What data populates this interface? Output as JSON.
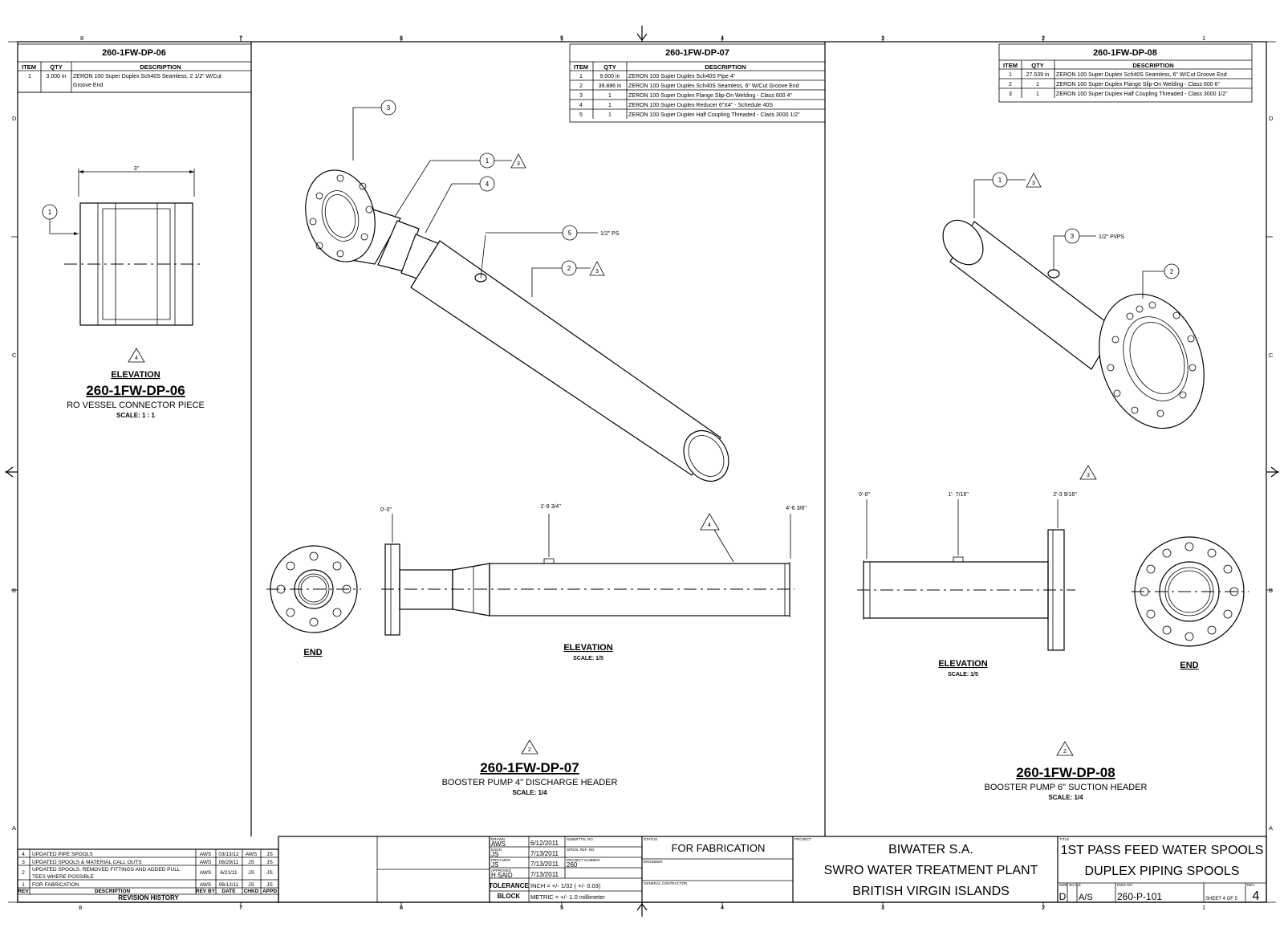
{
  "border": {
    "col_labels": [
      "8",
      "7",
      "6",
      "5",
      "4",
      "3",
      "2",
      "1"
    ],
    "row_labels": [
      "D",
      "C",
      "B",
      "A"
    ]
  },
  "panel_06": {
    "table_title": "260-1FW-DP-06",
    "headers": [
      "ITEM",
      "QTY",
      "DESCRIPTION"
    ],
    "rows": [
      {
        "item": "1",
        "qty": "3.000 in",
        "desc": "ZERON 100 Super Duplex Sch40S Seamless, 2 1/2\" W/Cut",
        "desc2": "Groove End"
      }
    ],
    "dim_label": "3\"",
    "balloon": "1",
    "rev_triangle": "4",
    "view_label": "ELEVATION",
    "title": "260-1FW-DP-06",
    "subtitle": "RO VESSEL CONNECTOR PIECE",
    "scale": "SCALE: 1 : 1"
  },
  "panel_07": {
    "table_title": "260-1FW-DP-07",
    "headers": [
      "ITEM",
      "QTY",
      "DESCRIPTION"
    ],
    "rows": [
      {
        "item": "1",
        "qty": "9.000 in",
        "desc": "ZERON 100 Super Duplex Sch40S Pipe 4\""
      },
      {
        "item": "2",
        "qty": "39.886 in",
        "desc": "ZERON 100 Super Duplex Sch40S Seamless, 6\" W/Cut Groove End"
      },
      {
        "item": "3",
        "qty": "1",
        "desc": "ZERON 100 Super Duplex Flange Slip-On Welding - Class 600 4\""
      },
      {
        "item": "4",
        "qty": "1",
        "desc": "ZERON 100 Super Duplex Reducer 6\"X4\" - Schedule 40S"
      },
      {
        "item": "5",
        "qty": "1",
        "desc": "ZERON 100 Super Duplex Half Coupling Threaded - Class 3000 1/2\""
      }
    ],
    "balloons": [
      "3",
      "1",
      "4",
      "5",
      "2"
    ],
    "triangles": [
      "3",
      "3",
      "4",
      "2"
    ],
    "callout_ps": "1/2\" PS",
    "dims": [
      "0'-0\"",
      "1'-9 3/4\"",
      "4'-6 3/8\""
    ],
    "end_label": "END",
    "view_label": "ELEVATION",
    "view_scale": "SCALE: 1/5",
    "title": "260-1FW-DP-07",
    "subtitle": "BOOSTER PUMP 4\" DISCHARGE HEADER",
    "scale": "SCALE: 1/4"
  },
  "panel_08": {
    "table_title": "260-1FW-DP-08",
    "headers": [
      "ITEM",
      "QTY",
      "DESCRIPTION"
    ],
    "rows": [
      {
        "item": "1",
        "qty": "27.539 in",
        "desc": "ZERON 100 Super Duplex Sch40S Seamless, 6\" W/Cut Groove End"
      },
      {
        "item": "2",
        "qty": "1",
        "desc": "ZERON 100 Super Duplex Flange Slip-On Welding - Class 600 6\""
      },
      {
        "item": "3",
        "qty": "1",
        "desc": "ZERON 100 Super Duplex Half Coupling Threaded - Class 3000 1/2\""
      }
    ],
    "balloons": [
      "1",
      "3",
      "2"
    ],
    "triangles": [
      "3",
      "3",
      "2"
    ],
    "callout_pips": "1/2\" PI/PS",
    "dims": [
      "0'-0\"",
      "1'- 7/16\"",
      "2'-3 9/16\""
    ],
    "end_label": "END",
    "view_label": "ELEVATION",
    "view_scale": "SCALE: 1/5",
    "title": "260-1FW-DP-08",
    "subtitle": "BOOSTER PUMP 6\" SUCTION HEADER",
    "scale": "SCALE: 1/4"
  },
  "revision_history": {
    "rows": [
      {
        "rev": "4",
        "desc": "UPDATED PIPE SPOOLS",
        "by": "AWS",
        "date": "03/13/12",
        "chkd": "AWS",
        "appd": "JS"
      },
      {
        "rev": "3",
        "desc": "UPDATED SPOOLS & MATERIAL CALL OUTS",
        "by": "AWS",
        "date": "08/29/11",
        "chkd": "JS",
        "appd": "JS"
      },
      {
        "rev": "2",
        "desc": "UPDATED SPOOLS, REMOVED FITTINGS AND ADDED PULL",
        "desc2": "TEES WHERE POSSIBLE",
        "by": "AWS",
        "date": "6/21/11",
        "chkd": "JS",
        "appd": "JS"
      },
      {
        "rev": "1",
        "desc": "FOR FABRICATION",
        "by": "AWS",
        "date": "06/12/11",
        "chkd": "JS",
        "appd": "JS"
      }
    ],
    "headers": [
      "REV",
      "DESCRIPTION",
      "REV BY",
      "DATE",
      "CHKD",
      "APPD"
    ],
    "footer": "REVISION HISTORY"
  },
  "title_block": {
    "drawn_label": "DRAWN",
    "drawn": "AWS",
    "drawn_date": "6/12/2011",
    "dsgn_label": "DSGN",
    "dsgn": "JS",
    "dsgn_date": "7/13/2011",
    "proj_mgr_label": "PROJ MGR",
    "proj_mgr": "JS",
    "proj_mgr_date": "7/13/2011",
    "approved_label": "APPROVED",
    "approved": "H SAID",
    "approved_date": "7/13/2011",
    "submittal_label": "SUBMITTAL NO.",
    "spool_ref_label": "SPOOL REF. NO.",
    "project_number_label": "PROJECT NUMBER",
    "project_number": "260",
    "tolerance_label_1": "TOLERANCE",
    "tolerance_label_2": "BLOCK",
    "tolerance_inch": "INCH = +/- 1/32 ( +/- 0.03)",
    "tolerance_metric": "METRIC = +/- 1.0 millimeter",
    "status_label": "STATUS",
    "status": "FOR FABRICATION",
    "engineer_label": "ENGINEER",
    "gc_label": "GENERAL CONTRACTOR",
    "project_label": "PROJECT",
    "project_line1": "BIWATER S.A.",
    "project_line2": "SWRO WATER TREATMENT PLANT",
    "project_line3": "BRITISH VIRGIN ISLANDS",
    "title_label": "TITLE",
    "title_line1": "1ST PASS FEED WATER SPOOLS",
    "title_line2": "DUPLEX PIPING SPOOLS",
    "size_label": "SIZE",
    "size": "D",
    "scale_label": "SCALE",
    "scale": "A/S",
    "dwg_label": "DWG NO",
    "dwg": "260-P-101",
    "sheet_text": "SHEET 4 OF 5",
    "rev_label": "REV",
    "rev": "4"
  }
}
